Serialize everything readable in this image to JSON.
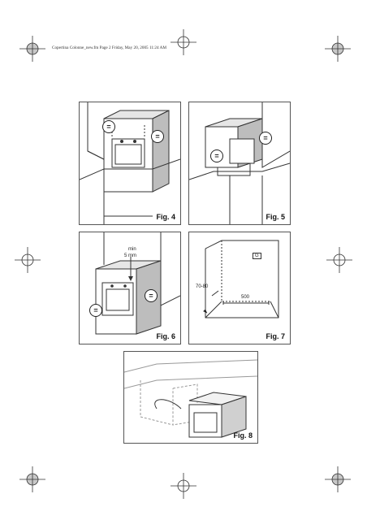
{
  "header": {
    "filename": "Copertina Colonne_new.fm",
    "page": "Page 2",
    "date": "Friday, May 20, 2005",
    "time": "11:24 AM"
  },
  "figures": {
    "fig4": {
      "label": "Fig. 4",
      "symbol": "="
    },
    "fig5": {
      "label": "Fig. 5",
      "symbol": "="
    },
    "fig6": {
      "label": "Fig. 6",
      "symbol": "=",
      "min_text": "min",
      "min_value": "5 mm"
    },
    "fig7": {
      "label": "Fig. 7",
      "depth_text": "70-80",
      "width_text": "500",
      "g_text": "G"
    },
    "fig8": {
      "label": "Fig. 8"
    }
  },
  "colors": {
    "line": "#333333",
    "shade": "#bdbdbd",
    "mark": "#b0b0b0"
  }
}
